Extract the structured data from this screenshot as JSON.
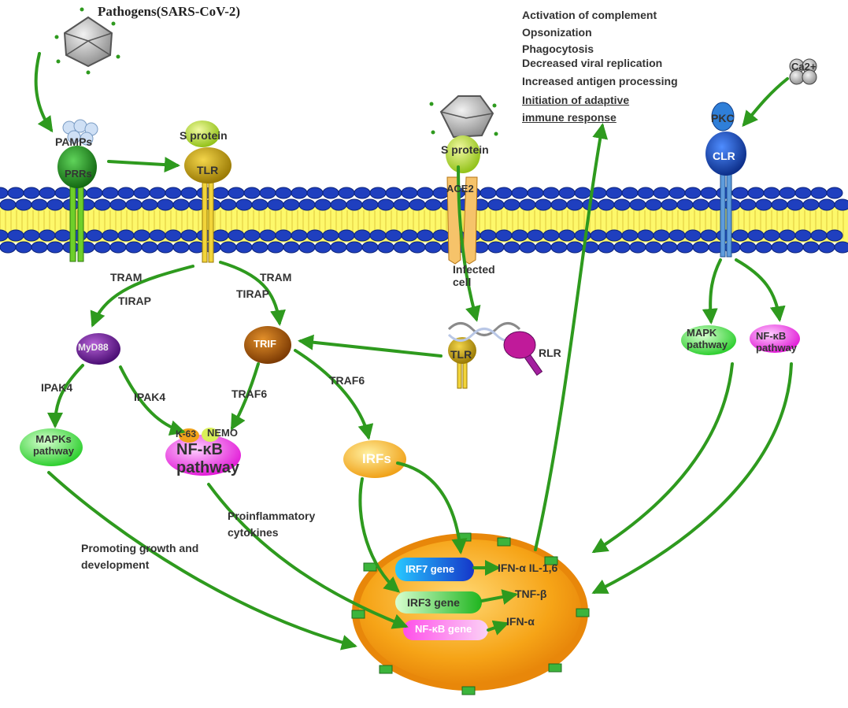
{
  "title": "Pathogens(SARS-CoV-2)",
  "effects": [
    "Activation of complement",
    "Opsonization",
    "Phagocytosis",
    "Decreased viral replication",
    "Increased antigen processing",
    "Initiation of adaptive",
    "immune response"
  ],
  "receptors": {
    "pamps": "PAMPs",
    "prrs": "PRRs",
    "s_protein_1": "S protein",
    "tlr_1": "TLR",
    "s_protein_2": "S protein",
    "ace2": "ACE2",
    "pkc": "PKC",
    "clr": "CLR",
    "ca": "Ca2+",
    "infected_cell": "Infected cell",
    "tlr_2": "TLR",
    "rlr": "RLR"
  },
  "adaptors": {
    "tram_left": "TRAM",
    "tirap_left": "TIRAP",
    "tram_right": "TRAM",
    "tirap_right": "TIRAP",
    "myd88": "MyD88",
    "trif": "TRIF",
    "ipak4_left": "IPAK4",
    "ipak4_mid": "IPAK4",
    "traf6_left": "TRAF6",
    "traf6_right": "TRAF6"
  },
  "pathways": {
    "mapks": "MAPKs pathway",
    "k63": "K-63",
    "nemo": "NEMO",
    "nfkb_big": "NF-κB pathway",
    "irfs": "IRFs",
    "mapk_right": "MAPK pathway",
    "nfkb_right": "NF-κB pathway"
  },
  "annotations": {
    "promoting": "Promoting growth and development",
    "proinflammatory": "Proinflammatory cytokines"
  },
  "nucleus": {
    "irf7_gene": "IRF7 gene",
    "irf3_gene": "IRF3 gene",
    "nfkb_gene": "NF-κB gene",
    "out_1": "IFN-α IL-1,6",
    "out_2": "TNF-β",
    "out_3": "IFN-α"
  },
  "colors": {
    "arrow": "#2e9a1e",
    "membrane_head": "#1f3fbf",
    "membrane_tail": "#fdf86a",
    "nucleus": "#f6a417",
    "nucleus_rim": "#e8870a"
  }
}
